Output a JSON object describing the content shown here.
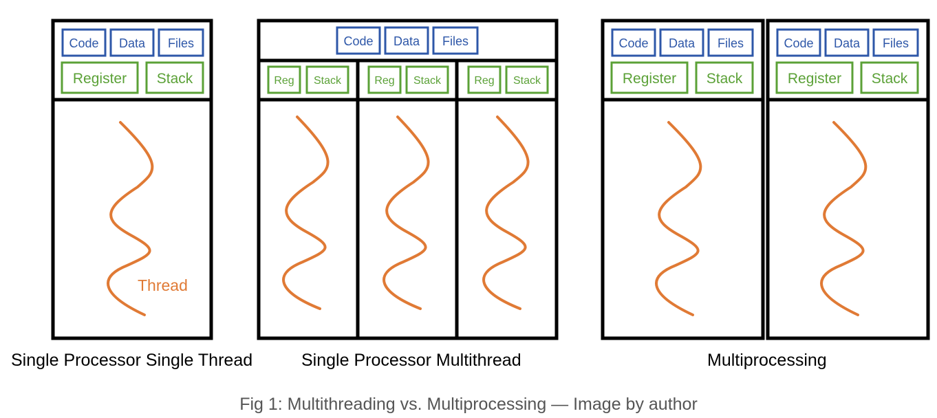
{
  "colors": {
    "outline": "#000000",
    "shared_resource": "#2e57a8",
    "private_resource": "#5ba137",
    "thread": "#e07a35",
    "caption": "#555555"
  },
  "panels": {
    "single_thread": {
      "caption": "Single Processor Single Thread",
      "shared": [
        "Code",
        "Data",
        "Files"
      ],
      "private": [
        "Register",
        "Stack"
      ],
      "thread_label": "Thread"
    },
    "multithread": {
      "caption": "Single Processor Multithread",
      "shared": [
        "Code",
        "Data",
        "Files"
      ],
      "threads": [
        {
          "private": [
            "Reg",
            "Stack"
          ]
        },
        {
          "private": [
            "Reg",
            "Stack"
          ]
        },
        {
          "private": [
            "Reg",
            "Stack"
          ]
        }
      ]
    },
    "multiprocessing": {
      "caption": "Multiprocessing",
      "processes": [
        {
          "shared": [
            "Code",
            "Data",
            "Files"
          ],
          "private": [
            "Register",
            "Stack"
          ]
        },
        {
          "shared": [
            "Code",
            "Data",
            "Files"
          ],
          "private": [
            "Register",
            "Stack"
          ]
        }
      ]
    }
  },
  "figure_caption": "Fig 1: Multithreading vs. Multiprocessing — Image by author"
}
